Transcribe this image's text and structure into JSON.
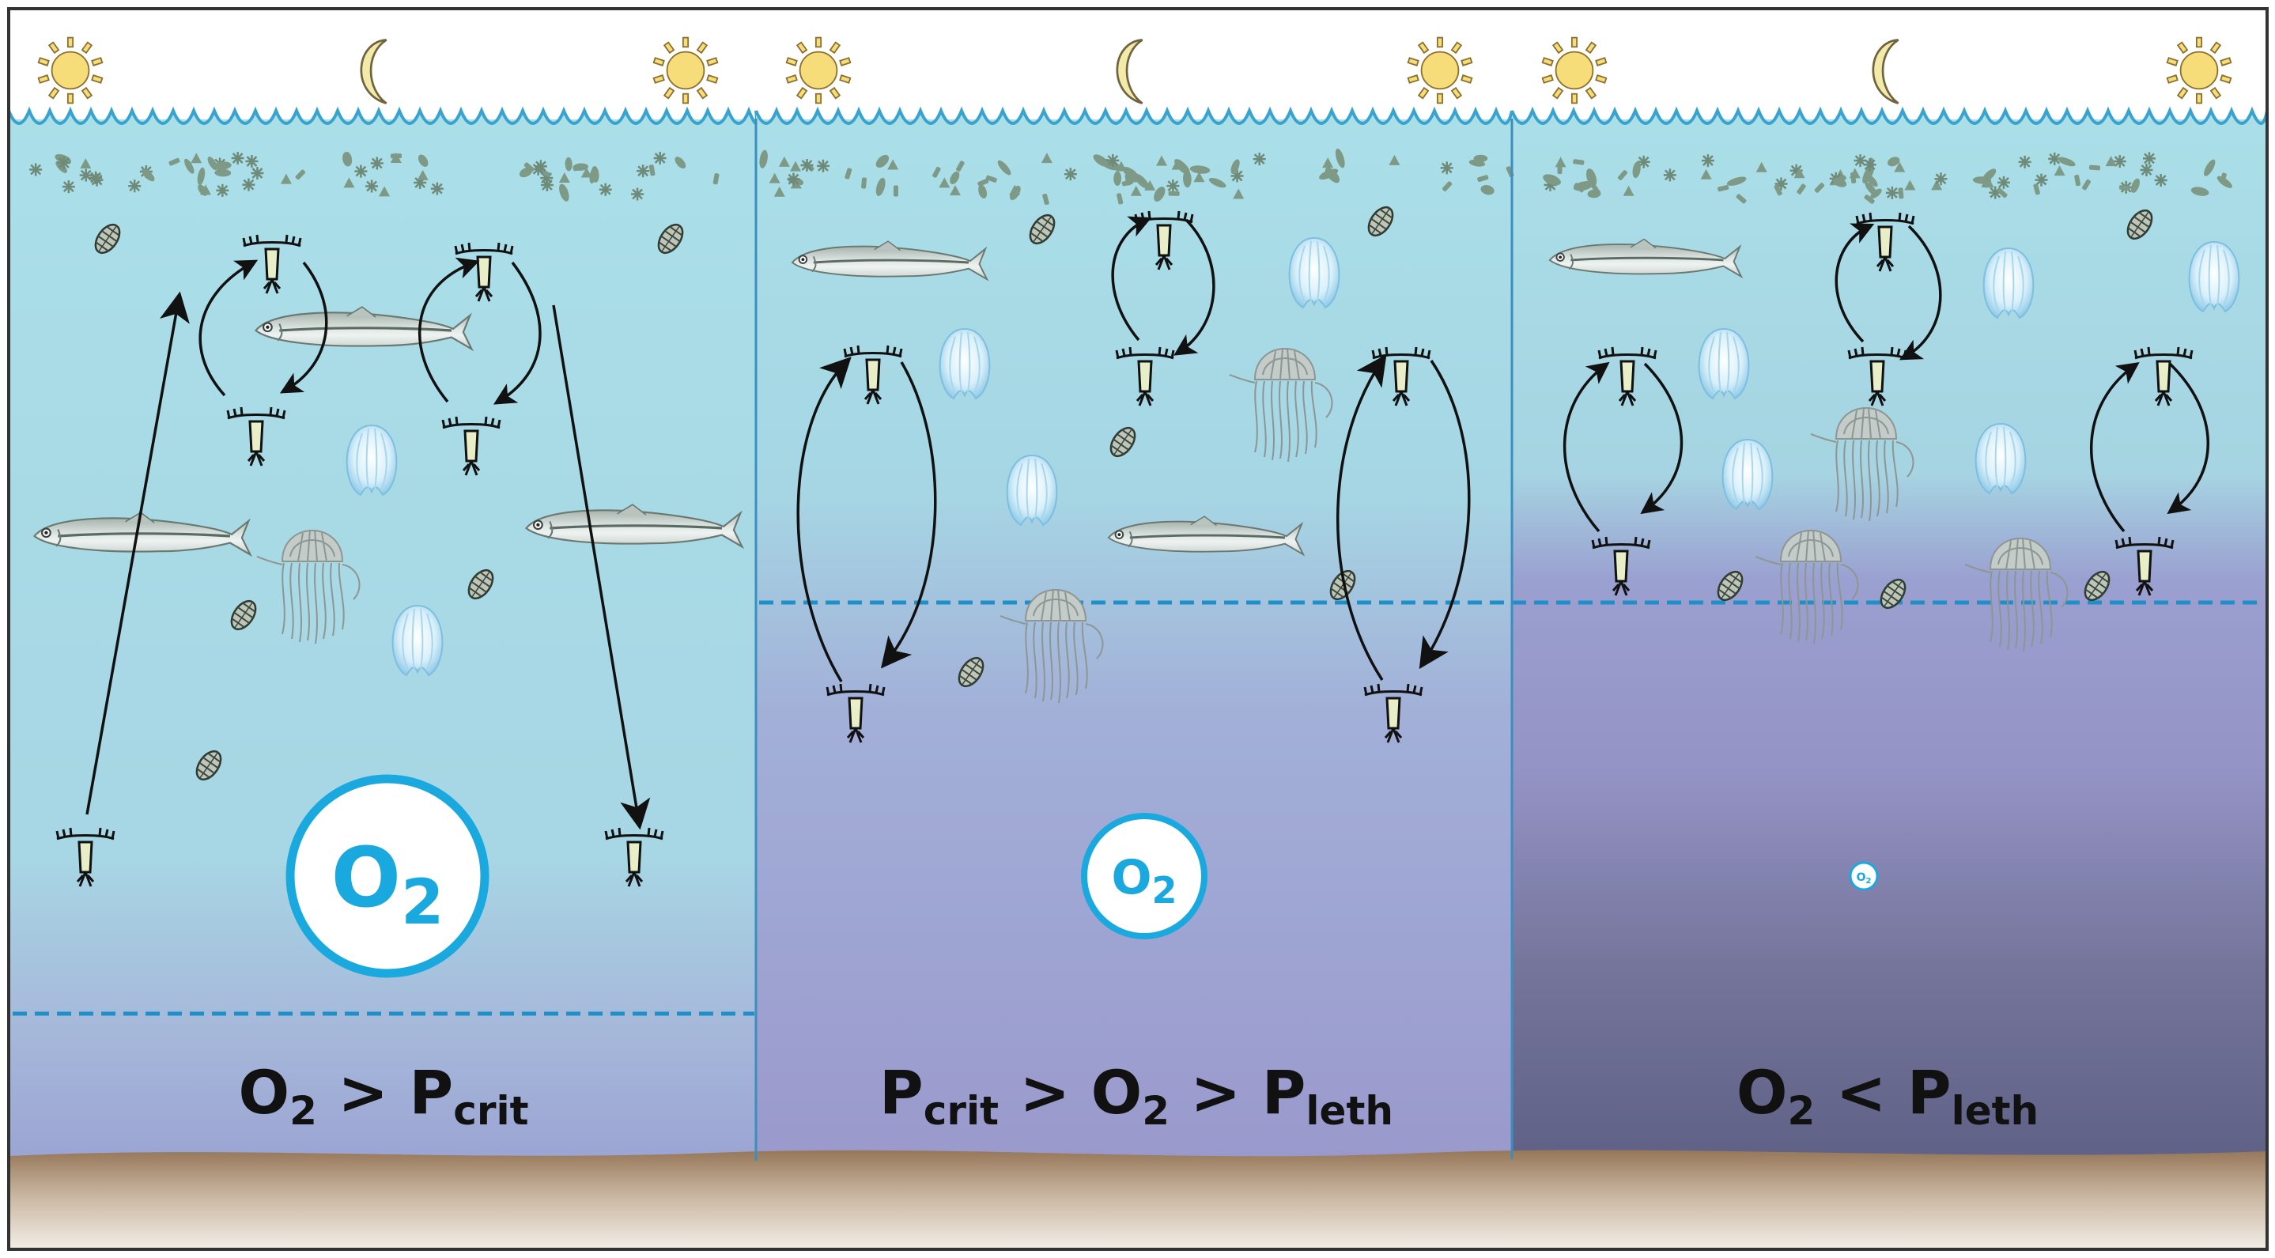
{
  "colors": {
    "sky": "#ffffff",
    "water_oxygenated": "#aadde6",
    "water_hypoxic": "#9a9ccc",
    "water_anoxic": "#66668c",
    "wave_line": "#39a3cf",
    "threshold_line": "#1f8fc7",
    "o2_circle": "#1aa9df",
    "sediment": "#a0856a",
    "sun": "#f7dc7a",
    "moon": "#f3e9a8",
    "phytoplankton": "#7e9a86",
    "arrow": "#111111"
  },
  "icons": [
    "sun-icon",
    "moon-icon",
    "fish-icon",
    "jellyfish-icon",
    "comb-jelly-icon",
    "copepod-icon",
    "larva-icon",
    "phytoplankton-icon",
    "migration-arrow-icon"
  ],
  "panels": [
    {
      "id": "oxygenated",
      "o2_symbol": {
        "base": "O",
        "sub": "2",
        "level": 1.0
      },
      "condition_label": {
        "parts": [
          {
            "t": "O"
          },
          {
            "s": "2"
          },
          {
            "t": " > P"
          },
          {
            "s": "crit"
          }
        ]
      }
    },
    {
      "id": "hypoxic",
      "o2_symbol": {
        "base": "O",
        "sub": "2",
        "level": 0.6
      },
      "condition_label": {
        "parts": [
          {
            "t": "P"
          },
          {
            "s": "crit"
          },
          {
            "t": " > O"
          },
          {
            "s": "2"
          },
          {
            "t": " > P"
          },
          {
            "s": "leth"
          }
        ]
      }
    },
    {
      "id": "anoxic",
      "o2_symbol": {
        "base": "O",
        "sub": "2",
        "level": 0.15
      },
      "condition_label": {
        "parts": [
          {
            "t": "O"
          },
          {
            "s": "2"
          },
          {
            "t": " < P"
          },
          {
            "s": "leth"
          }
        ]
      }
    }
  ]
}
